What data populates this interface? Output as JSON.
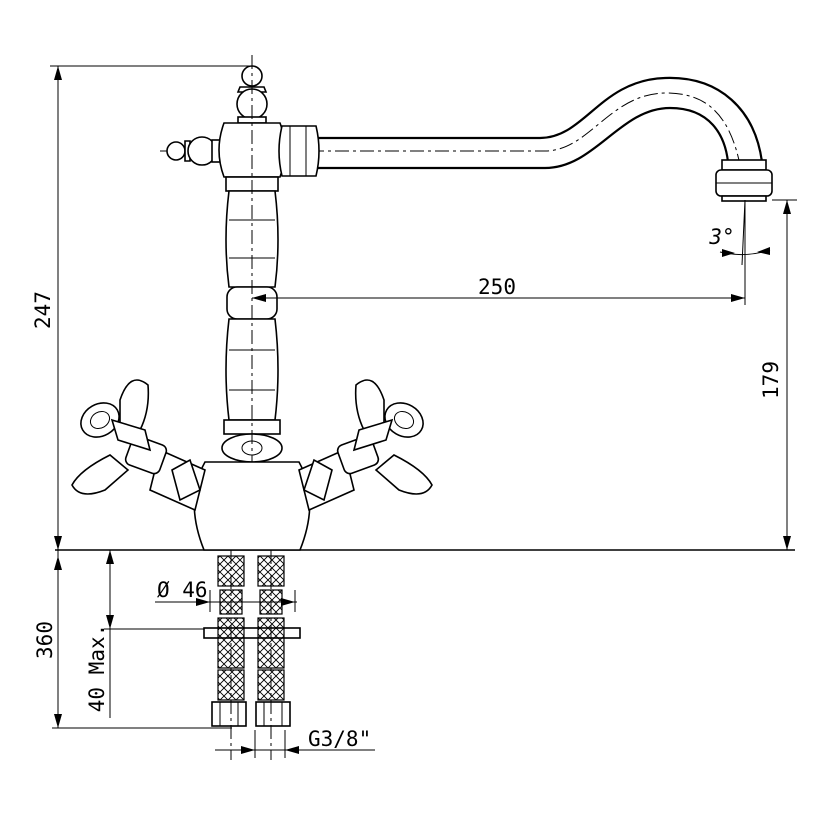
{
  "dimensions": {
    "height_total": "247",
    "spout_reach": "250",
    "spout_height": "179",
    "pipe_length": "360",
    "hole_diameter": "Ø 46",
    "deck_thickness": "40 Max.",
    "thread": "G3/8\"",
    "spout_angle": "3°"
  }
}
